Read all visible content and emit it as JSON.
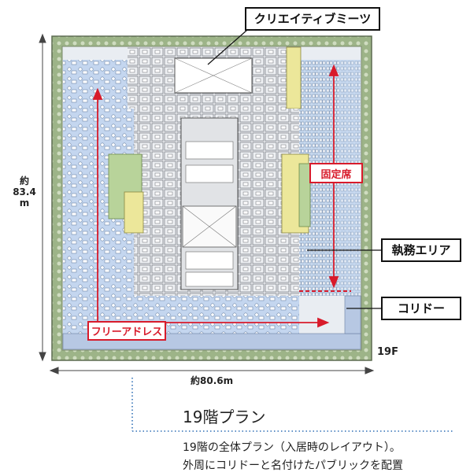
{
  "labels": {
    "creative_meets": "クリエイティブミーツ",
    "fixed_seats": "固定席",
    "work_area": "執務エリア",
    "corridor": "コリドー",
    "free_address": "フリーアドレス",
    "floor": "19F"
  },
  "dimensions": {
    "height_prefix": "約",
    "height_value": "83.4",
    "height_unit": "m",
    "width": "約80.6m"
  },
  "caption": {
    "title": "19階プラン",
    "line1": "19階の全体プラン（入居時のレイアウト）。",
    "line2": "外周にコリドーと名付けたパブリックを配置"
  },
  "colors": {
    "perimeter_green": "#9fb48a",
    "free_area_blue": "#c7d8f0",
    "core_gray": "#d4d6d9",
    "accent_red": "#d81b2b",
    "yellow_zone": "#ece79a",
    "dotted_blue": "#2f6fb5"
  }
}
